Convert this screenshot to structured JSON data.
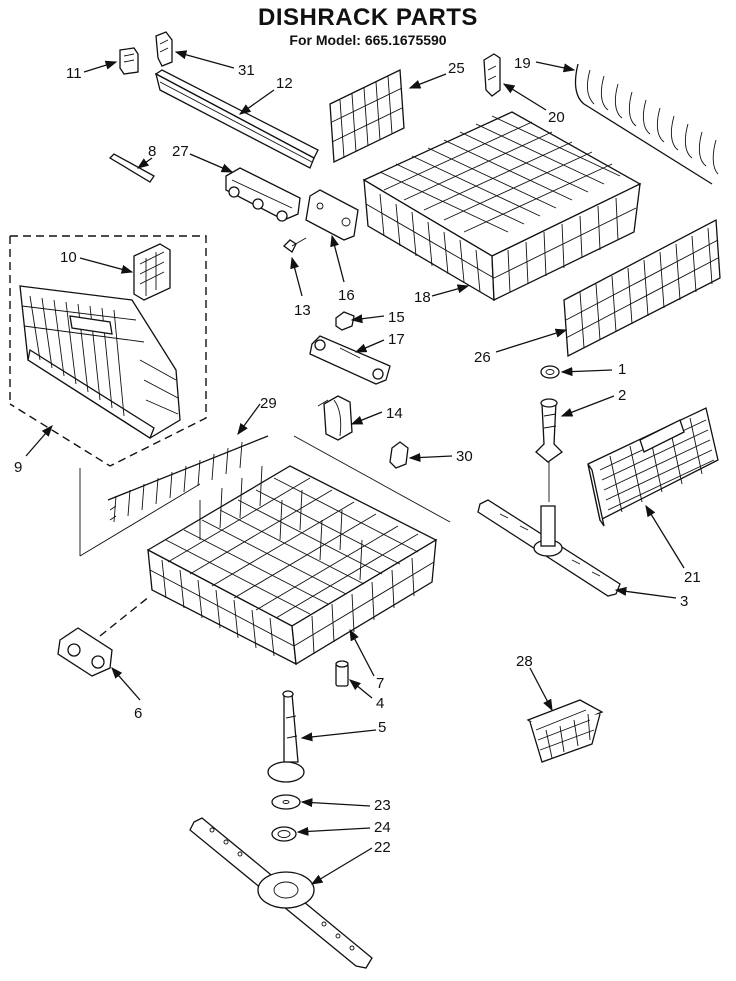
{
  "header": {
    "title": "DISHRACK PARTS",
    "subtitle": "For Model: 665.1675590"
  },
  "callouts": [
    {
      "id": "p1",
      "label": "1"
    },
    {
      "id": "p2",
      "label": "2"
    },
    {
      "id": "p3",
      "label": "3"
    },
    {
      "id": "p4",
      "label": "4"
    },
    {
      "id": "p5",
      "label": "5"
    },
    {
      "id": "p6",
      "label": "6"
    },
    {
      "id": "p7",
      "label": "7"
    },
    {
      "id": "p8",
      "label": "8"
    },
    {
      "id": "p9",
      "label": "9"
    },
    {
      "id": "p10",
      "label": "10"
    },
    {
      "id": "p11",
      "label": "11"
    },
    {
      "id": "p12",
      "label": "12"
    },
    {
      "id": "p13",
      "label": "13"
    },
    {
      "id": "p14",
      "label": "14"
    },
    {
      "id": "p15",
      "label": "15"
    },
    {
      "id": "p16",
      "label": "16"
    },
    {
      "id": "p17",
      "label": "17"
    },
    {
      "id": "p18",
      "label": "18"
    },
    {
      "id": "p19",
      "label": "19"
    },
    {
      "id": "p20",
      "label": "20"
    },
    {
      "id": "p21",
      "label": "21"
    },
    {
      "id": "p22",
      "label": "22"
    },
    {
      "id": "p23",
      "label": "23"
    },
    {
      "id": "p24",
      "label": "24"
    },
    {
      "id": "p25",
      "label": "25"
    },
    {
      "id": "p26",
      "label": "26"
    },
    {
      "id": "p27",
      "label": "27"
    },
    {
      "id": "p28",
      "label": "28"
    },
    {
      "id": "p29",
      "label": "29"
    },
    {
      "id": "p30",
      "label": "30"
    },
    {
      "id": "p31",
      "label": "31"
    }
  ]
}
